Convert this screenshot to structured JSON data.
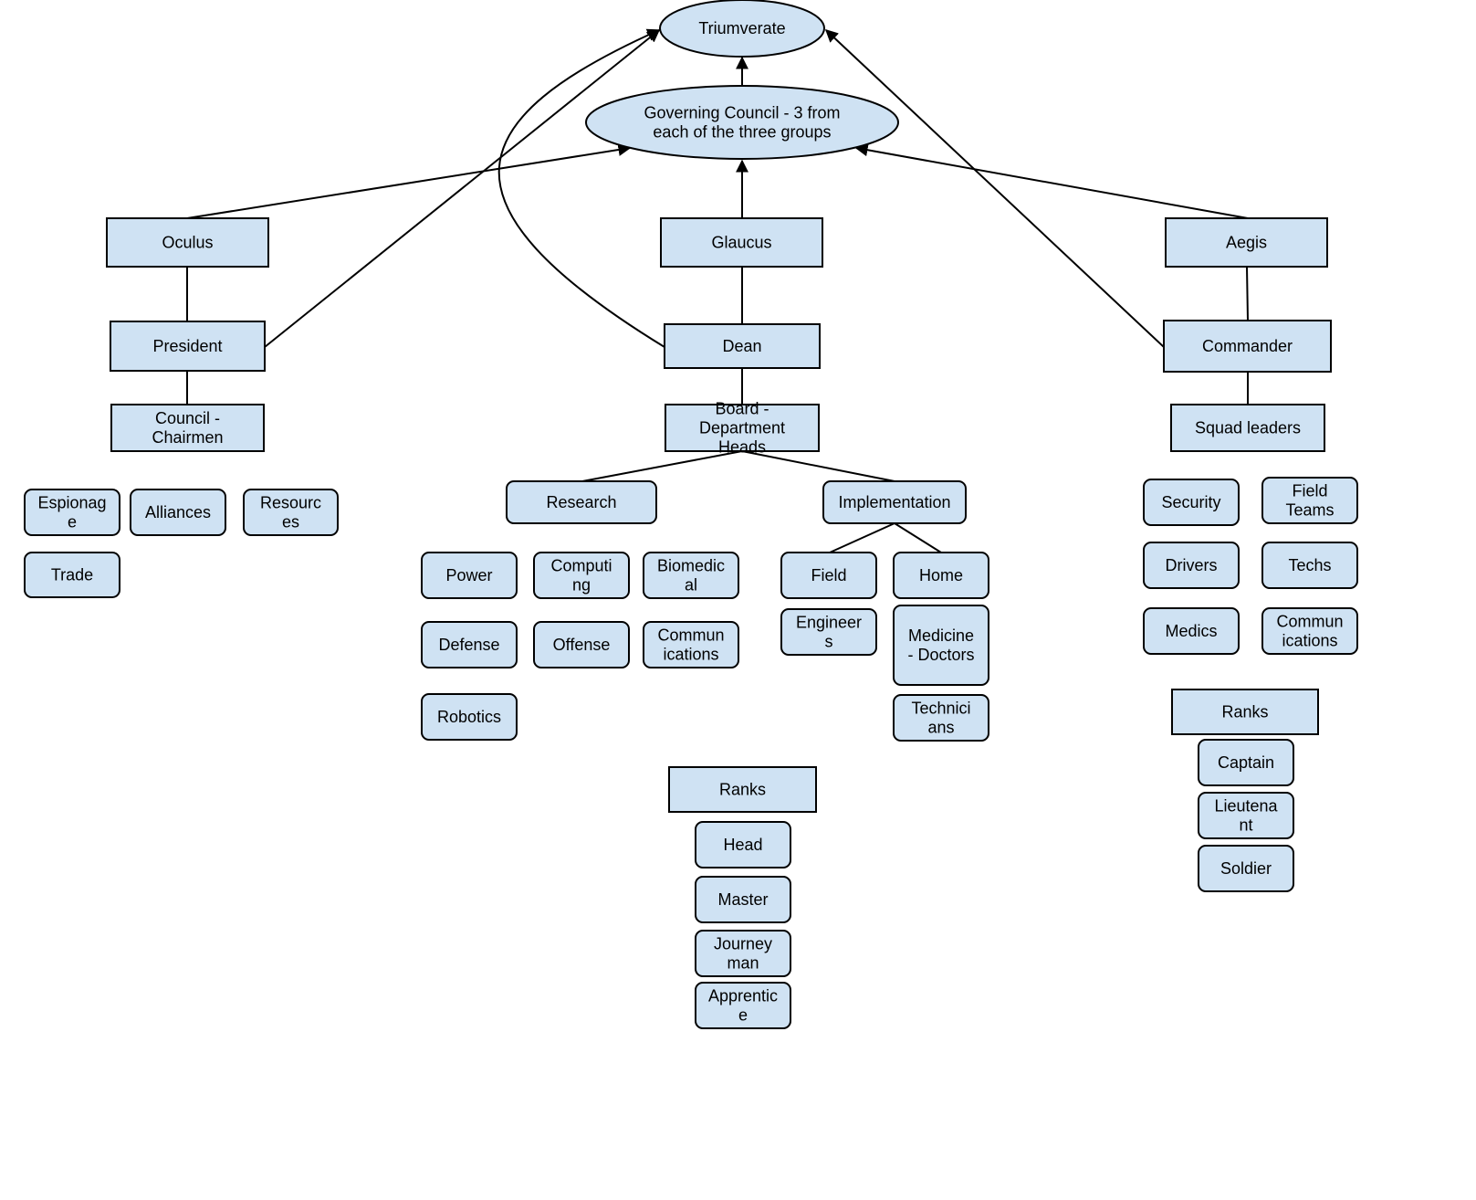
{
  "diagram": {
    "nodes": {
      "triumverate": {
        "lines": [
          "Triumverate"
        ]
      },
      "council": {
        "lines": [
          "Governing Council - 3 from",
          "each of the three groups"
        ]
      },
      "oculus": {
        "lines": [
          "Oculus"
        ]
      },
      "glaucus": {
        "lines": [
          "Glaucus"
        ]
      },
      "aegis": {
        "lines": [
          "Aegis"
        ]
      },
      "president": {
        "lines": [
          "President"
        ]
      },
      "dean": {
        "lines": [
          "Dean"
        ]
      },
      "commander": {
        "lines": [
          "Commander"
        ]
      },
      "chairmen": {
        "lines": [
          "Council -",
          "Chairmen"
        ]
      },
      "board": {
        "lines": [
          "Board -",
          "Department",
          "Heads"
        ]
      },
      "squad": {
        "lines": [
          "Squad leaders"
        ]
      },
      "espionage": {
        "lines": [
          "Espionag",
          "e"
        ]
      },
      "alliances": {
        "lines": [
          "Alliances"
        ]
      },
      "resources": {
        "lines": [
          "Resourc",
          "es"
        ]
      },
      "trade": {
        "lines": [
          "Trade"
        ]
      },
      "research": {
        "lines": [
          "Research"
        ]
      },
      "implementation": {
        "lines": [
          "Implementation"
        ]
      },
      "power": {
        "lines": [
          "Power"
        ]
      },
      "computing": {
        "lines": [
          "Computi",
          "ng"
        ]
      },
      "biomedical": {
        "lines": [
          "Biomedic",
          "al"
        ]
      },
      "defense": {
        "lines": [
          "Defense"
        ]
      },
      "offense": {
        "lines": [
          "Offense"
        ]
      },
      "communications_r": {
        "lines": [
          "Commun",
          "ications"
        ]
      },
      "robotics": {
        "lines": [
          "Robotics"
        ]
      },
      "field": {
        "lines": [
          "Field"
        ]
      },
      "home": {
        "lines": [
          "Home"
        ]
      },
      "engineers": {
        "lines": [
          "Engineer",
          "s"
        ]
      },
      "medicine": {
        "lines": [
          "Medicine",
          "- Doctors"
        ]
      },
      "technicians": {
        "lines": [
          "Technici",
          "ans"
        ]
      },
      "ranks_g": {
        "lines": [
          "Ranks"
        ]
      },
      "head": {
        "lines": [
          "Head"
        ]
      },
      "master": {
        "lines": [
          "Master"
        ]
      },
      "journeyman": {
        "lines": [
          "Journey",
          "man"
        ]
      },
      "apprentice": {
        "lines": [
          "Apprentic",
          "e"
        ]
      },
      "security": {
        "lines": [
          "Security"
        ]
      },
      "field_teams": {
        "lines": [
          "Field",
          "Teams"
        ]
      },
      "drivers": {
        "lines": [
          "Drivers"
        ]
      },
      "techs": {
        "lines": [
          "Techs"
        ]
      },
      "medics": {
        "lines": [
          "Medics"
        ]
      },
      "communications_a": {
        "lines": [
          "Commun",
          "ications"
        ]
      },
      "ranks_a": {
        "lines": [
          "Ranks"
        ]
      },
      "captain": {
        "lines": [
          "Captain"
        ]
      },
      "lieutenant": {
        "lines": [
          "Lieutena",
          "nt"
        ]
      },
      "soldier": {
        "lines": [
          "Soldier"
        ]
      }
    },
    "edges": [
      {
        "from": "council",
        "to": "triumverate",
        "arrow": true
      },
      {
        "from": "glaucus",
        "to": "council",
        "arrow": true
      },
      {
        "from": "oculus",
        "to": "council",
        "arrow": true
      },
      {
        "from": "aegis",
        "to": "council",
        "arrow": true
      },
      {
        "from": "president",
        "to": "triumverate",
        "arrow": true
      },
      {
        "from": "dean",
        "to": "triumverate",
        "arrow": true
      },
      {
        "from": "commander",
        "to": "triumverate",
        "arrow": true
      },
      {
        "from": "oculus",
        "to": "president",
        "arrow": false
      },
      {
        "from": "president",
        "to": "chairmen",
        "arrow": false
      },
      {
        "from": "glaucus",
        "to": "dean",
        "arrow": false
      },
      {
        "from": "dean",
        "to": "board",
        "arrow": false
      },
      {
        "from": "aegis",
        "to": "commander",
        "arrow": false
      },
      {
        "from": "commander",
        "to": "squad",
        "arrow": false
      },
      {
        "from": "board",
        "to": "research",
        "arrow": false
      },
      {
        "from": "board",
        "to": "implementation",
        "arrow": false
      },
      {
        "from": "implementation",
        "to": "field",
        "arrow": false
      },
      {
        "from": "implementation",
        "to": "home",
        "arrow": false
      }
    ]
  }
}
